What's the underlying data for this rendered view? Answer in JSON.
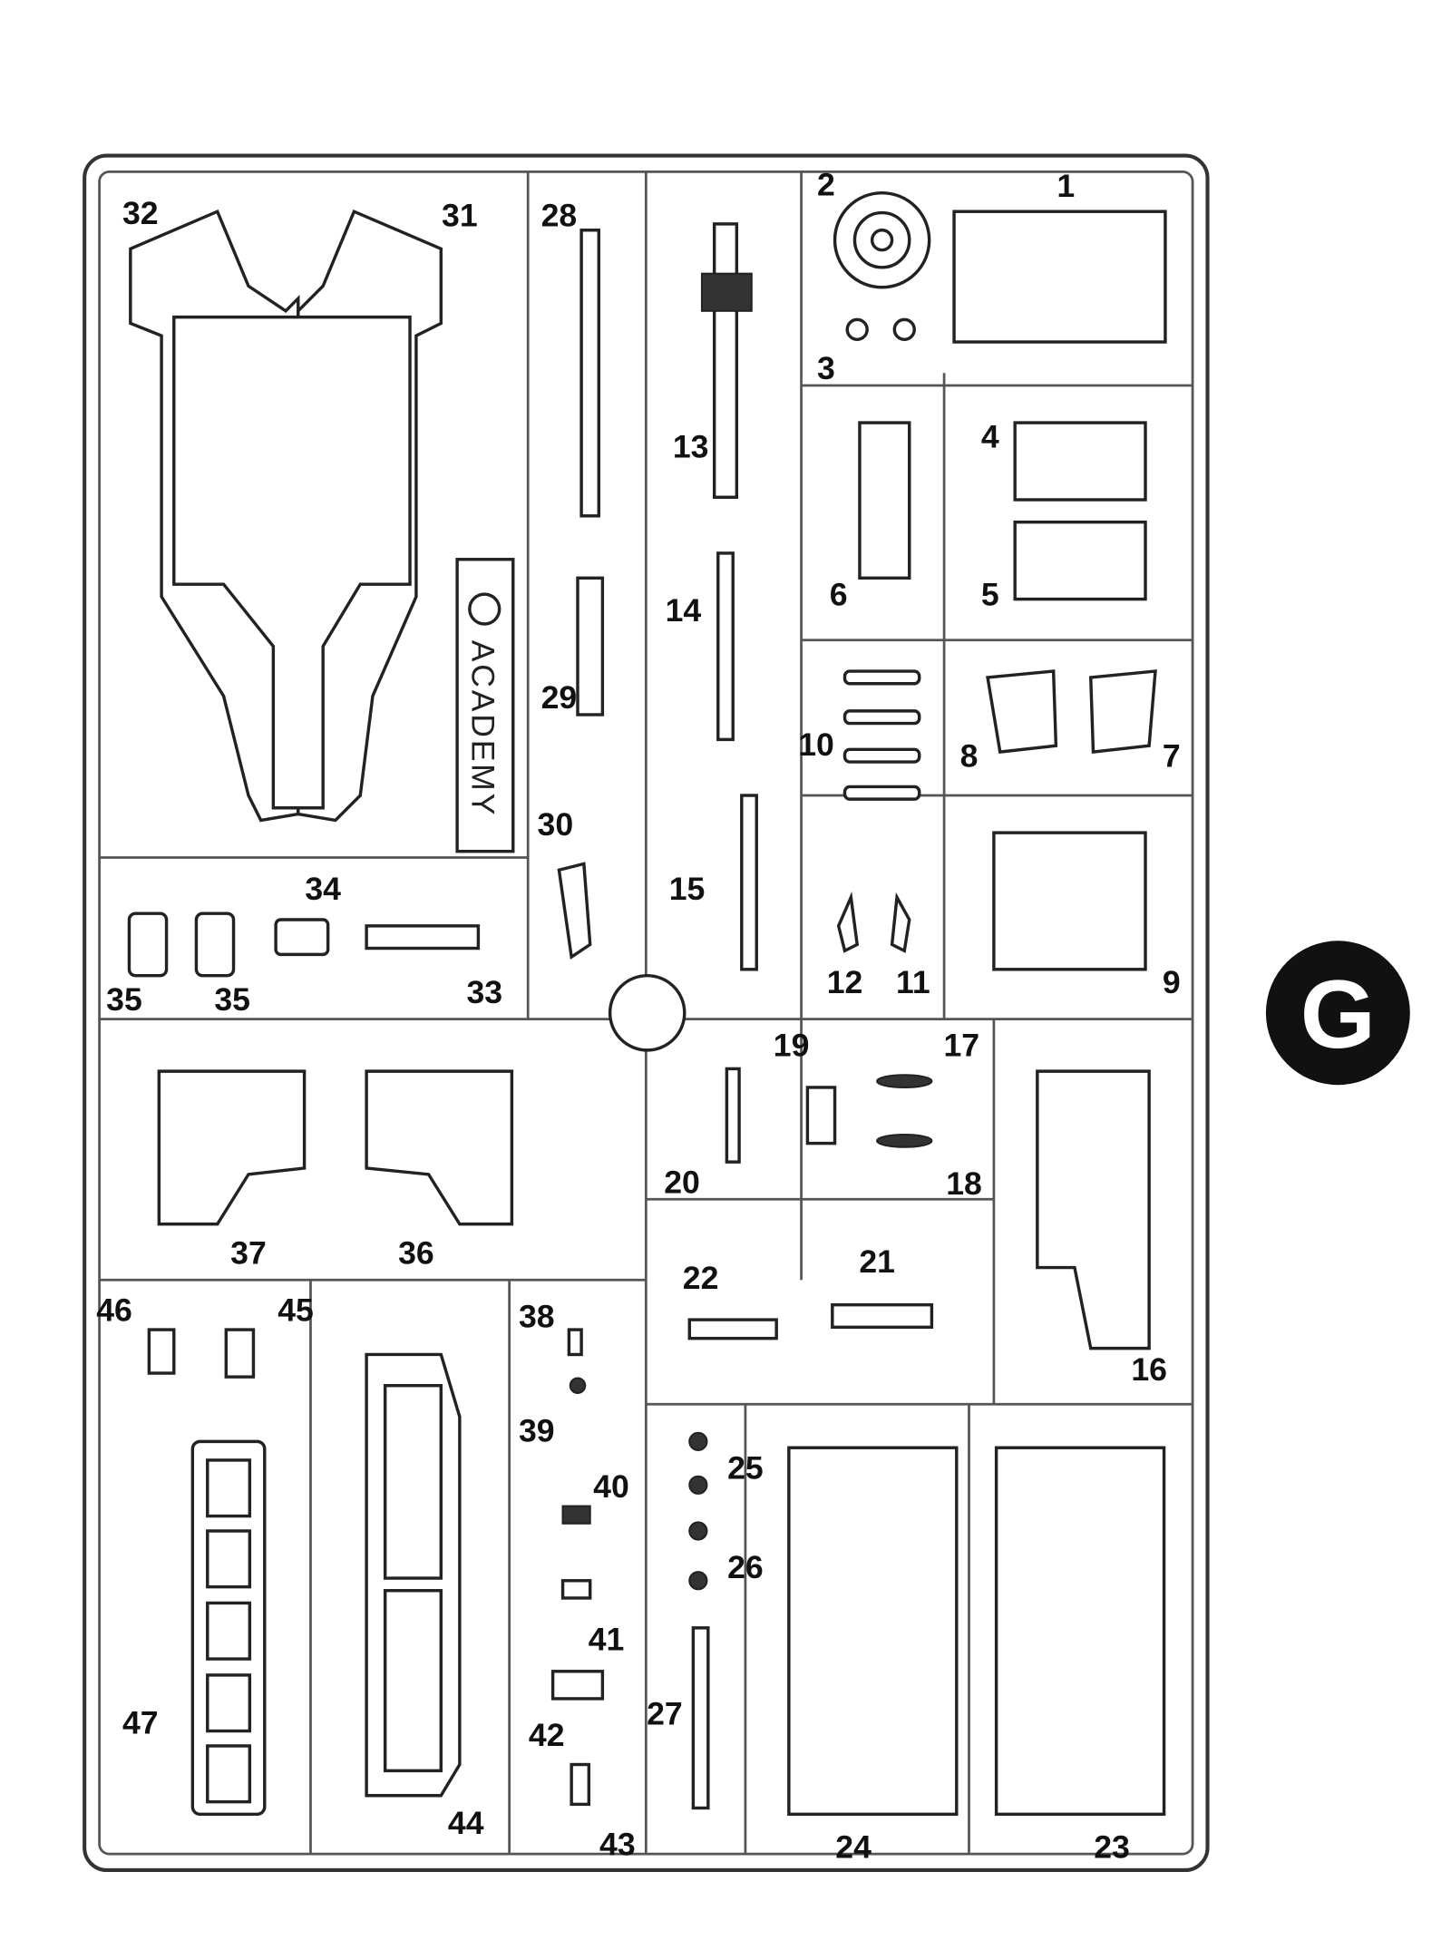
{
  "sprue_letter": "G",
  "brand": "ACADEMY",
  "labels": [
    "32",
    "31",
    "28",
    "2",
    "1",
    "3",
    "13",
    "4",
    "5",
    "6",
    "14",
    "29",
    "10",
    "8",
    "7",
    "30",
    "15",
    "34",
    "12",
    "11",
    "9",
    "35",
    "35",
    "33",
    "19",
    "17",
    "20",
    "18",
    "37",
    "36",
    "22",
    "21",
    "46",
    "45",
    "38",
    "16",
    "39",
    "25",
    "40",
    "26",
    "41",
    "47",
    "27",
    "42",
    "44",
    "43",
    "24",
    "23"
  ]
}
